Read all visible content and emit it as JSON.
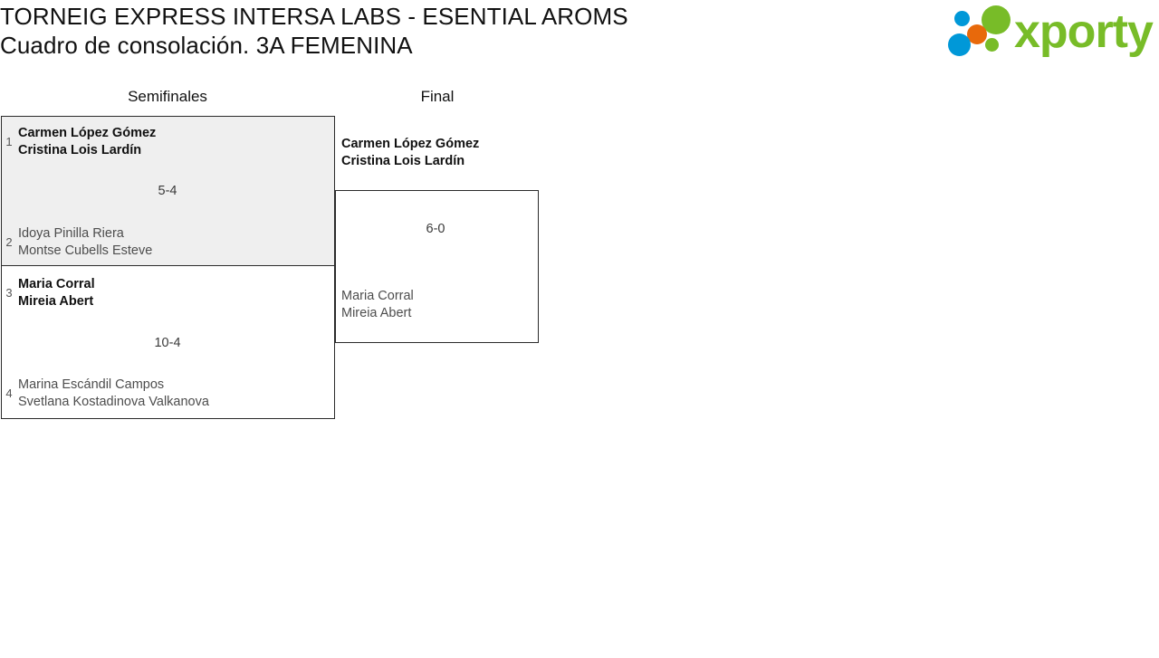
{
  "header": {
    "title_line1": "TORNEIG EXPRESS INTERSA LABS - ESENTIAL AROMS",
    "title_line2": "Cuadro de consolación. 3A FEMENINA"
  },
  "logo": {
    "wordmark": "xporty",
    "colors": {
      "green": "#78bc28",
      "blue": "#0098d8",
      "orange": "#e8690b"
    },
    "dots": [
      {
        "name": "blue-dot-top",
        "color": "#0098d8"
      },
      {
        "name": "green-dot-large",
        "color": "#78bc28"
      },
      {
        "name": "orange-dot",
        "color": "#e8690b"
      },
      {
        "name": "blue-dot-large",
        "color": "#0098d8"
      },
      {
        "name": "green-dot-small",
        "color": "#78bc28"
      }
    ]
  },
  "bracket": {
    "rounds": [
      {
        "label": "Semifinales"
      },
      {
        "label": "Final"
      }
    ],
    "matches": [
      {
        "round": "Semifinales",
        "highlighted": true,
        "score": "5-4",
        "top": {
          "seed": "1",
          "player1": "Carmen López Gómez",
          "player2": "Cristina Lois Lardín",
          "winner": true
        },
        "bottom": {
          "seed": "2",
          "player1": "Idoya Pinilla Riera",
          "player2": "Montse Cubells Esteve",
          "winner": false
        }
      },
      {
        "round": "Semifinales",
        "highlighted": false,
        "score": "10-4",
        "top": {
          "seed": "3",
          "player1": "Maria Corral",
          "player2": "Mireia Abert",
          "winner": true
        },
        "bottom": {
          "seed": "4",
          "player1": "Marina Escándil Campos",
          "player2": "Svetlana Kostadinova Valkanova",
          "winner": false
        }
      },
      {
        "round": "Final",
        "highlighted": false,
        "score": "6-0",
        "top": {
          "seed": "",
          "player1": "Carmen López Gómez",
          "player2": "Cristina Lois Lardín",
          "winner": true
        },
        "bottom": {
          "seed": "",
          "player1": "Maria Corral",
          "player2": "Mireia Abert",
          "winner": false
        }
      }
    ]
  }
}
